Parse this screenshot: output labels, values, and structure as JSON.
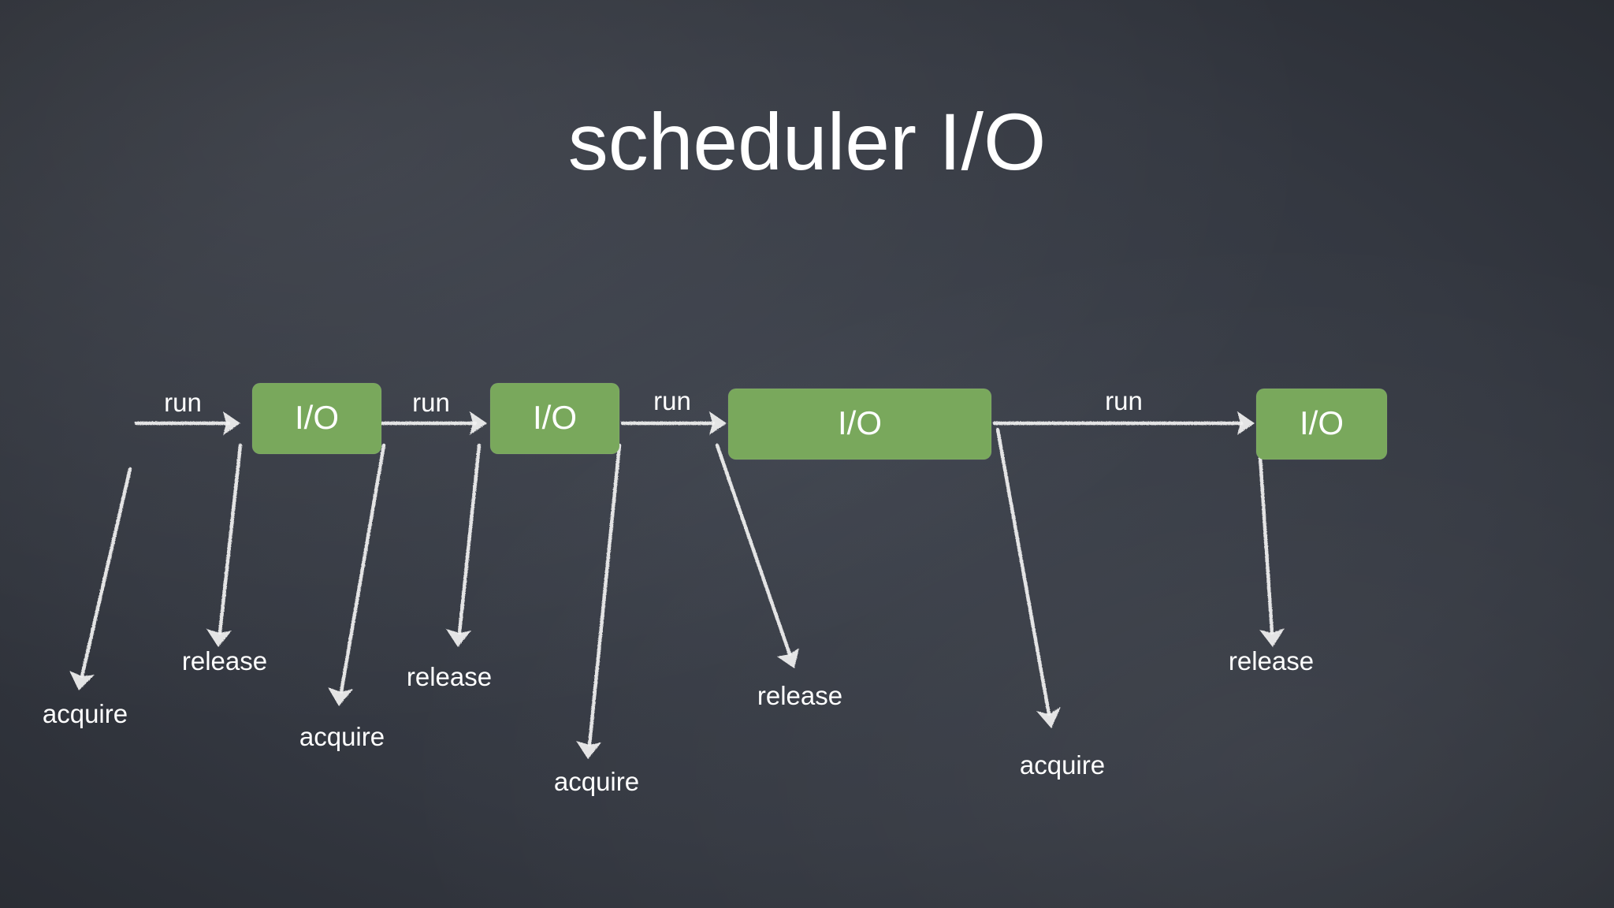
{
  "title": "scheduler I/O",
  "io_boxes": [
    {
      "label": "I/O"
    },
    {
      "label": "I/O"
    },
    {
      "label": "I/O"
    },
    {
      "label": "I/O"
    }
  ],
  "run_labels": [
    "run",
    "run",
    "run",
    "run"
  ],
  "events": [
    {
      "label": "acquire"
    },
    {
      "label": "release"
    },
    {
      "label": "acquire"
    },
    {
      "label": "release"
    },
    {
      "label": "acquire"
    },
    {
      "label": "release"
    },
    {
      "label": "acquire"
    },
    {
      "label": "release"
    }
  ],
  "colors": {
    "background": "#363a43",
    "io_box": "#79a85c",
    "chalk": "#f1f1f1",
    "text": "#ffffff"
  }
}
